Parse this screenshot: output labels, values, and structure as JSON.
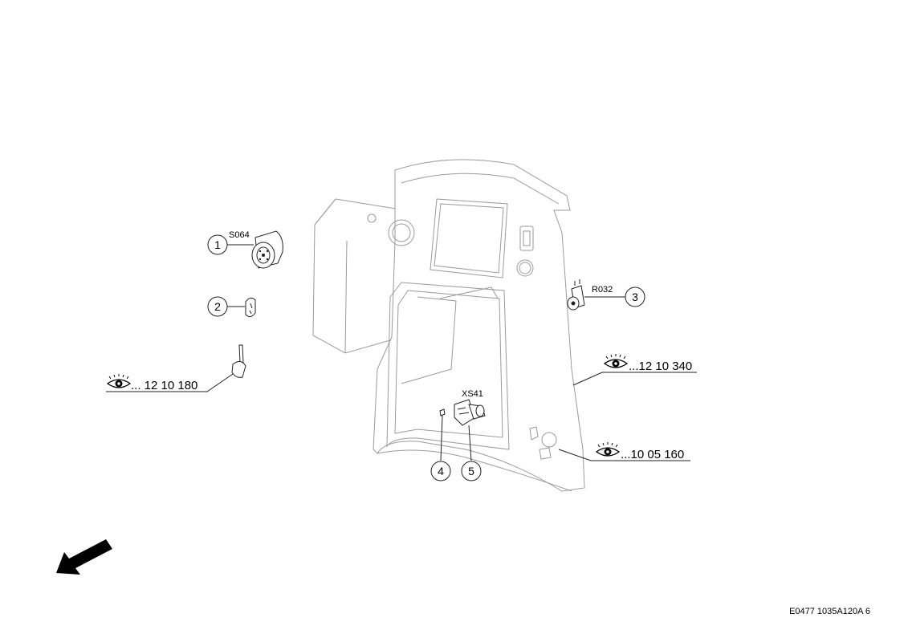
{
  "callouts": [
    {
      "number": "1",
      "label": "S064"
    },
    {
      "number": "2",
      "label": ""
    },
    {
      "number": "3",
      "label": "R032"
    },
    {
      "number": "4",
      "label": ""
    },
    {
      "number": "5",
      "label": "XS41"
    }
  ],
  "references": [
    {
      "icon": "eye-icon",
      "text": "... 12 10 180"
    },
    {
      "icon": "eye-icon",
      "text": "...12 10 340"
    },
    {
      "icon": "eye-icon",
      "text": "...10 05 160"
    }
  ],
  "drawing_code": "E0477 1035A120A 6",
  "direction_icon": "arrow-down-left-icon"
}
